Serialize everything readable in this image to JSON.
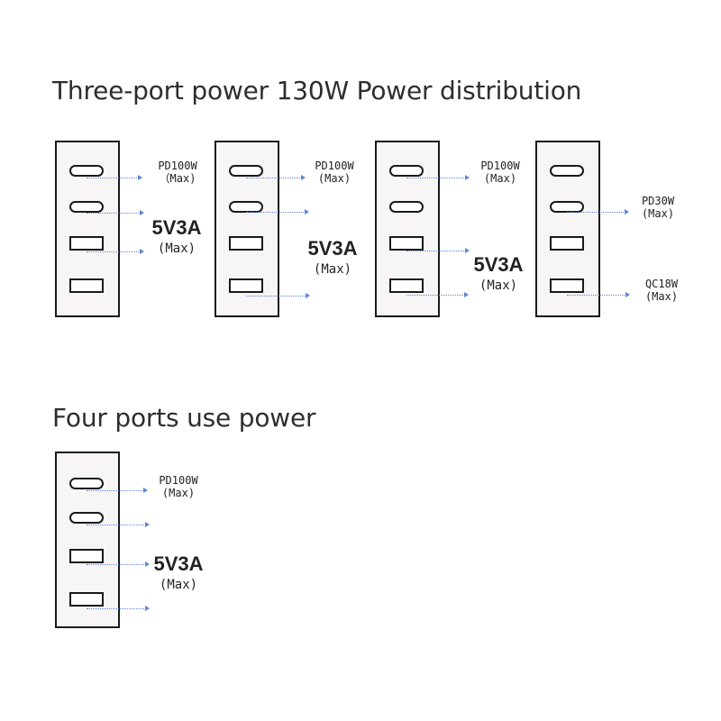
{
  "headings": {
    "three_port": "Three-port power 130W Power distribution",
    "four_port": "Four ports use power"
  },
  "labels": {
    "d1_pd100w": "PD100W",
    "d1_pd100w_max": "（Max)",
    "d1_5v3a": "5V3A",
    "d1_5v3a_max": "(Max)",
    "d2_pd100w": "PD100W",
    "d2_pd100w_max": "(Max)",
    "d2_5v3a": "5V3A",
    "d2_5v3a_max": "(Max)",
    "d3_pd100w": "PD100W",
    "d3_pd100w_max": "(Max)",
    "d3_5v3a": "5V3A",
    "d3_5v3a_max": "(Max)",
    "d4_pd30w": "PD30W",
    "d4_pd30w_max": "(Max)",
    "d4_qc18w": "QC18W",
    "d4_qc18w_max": "(Max)",
    "d5_pd100w": "PD100W",
    "d5_pd100w_max": "(Max)",
    "d5_5v3a": "5V3A",
    "d5_5v3a_max": "(Max)"
  },
  "icons": {
    "usb_c_port": "usb-c-port-icon",
    "usb_a_port": "usb-a-port-icon",
    "arrow": "dotted-arrow-icon"
  },
  "colors": {
    "arrow": "#5b86d6",
    "outline": "#1a1a1a",
    "device_fill": "#f7f5f5"
  }
}
